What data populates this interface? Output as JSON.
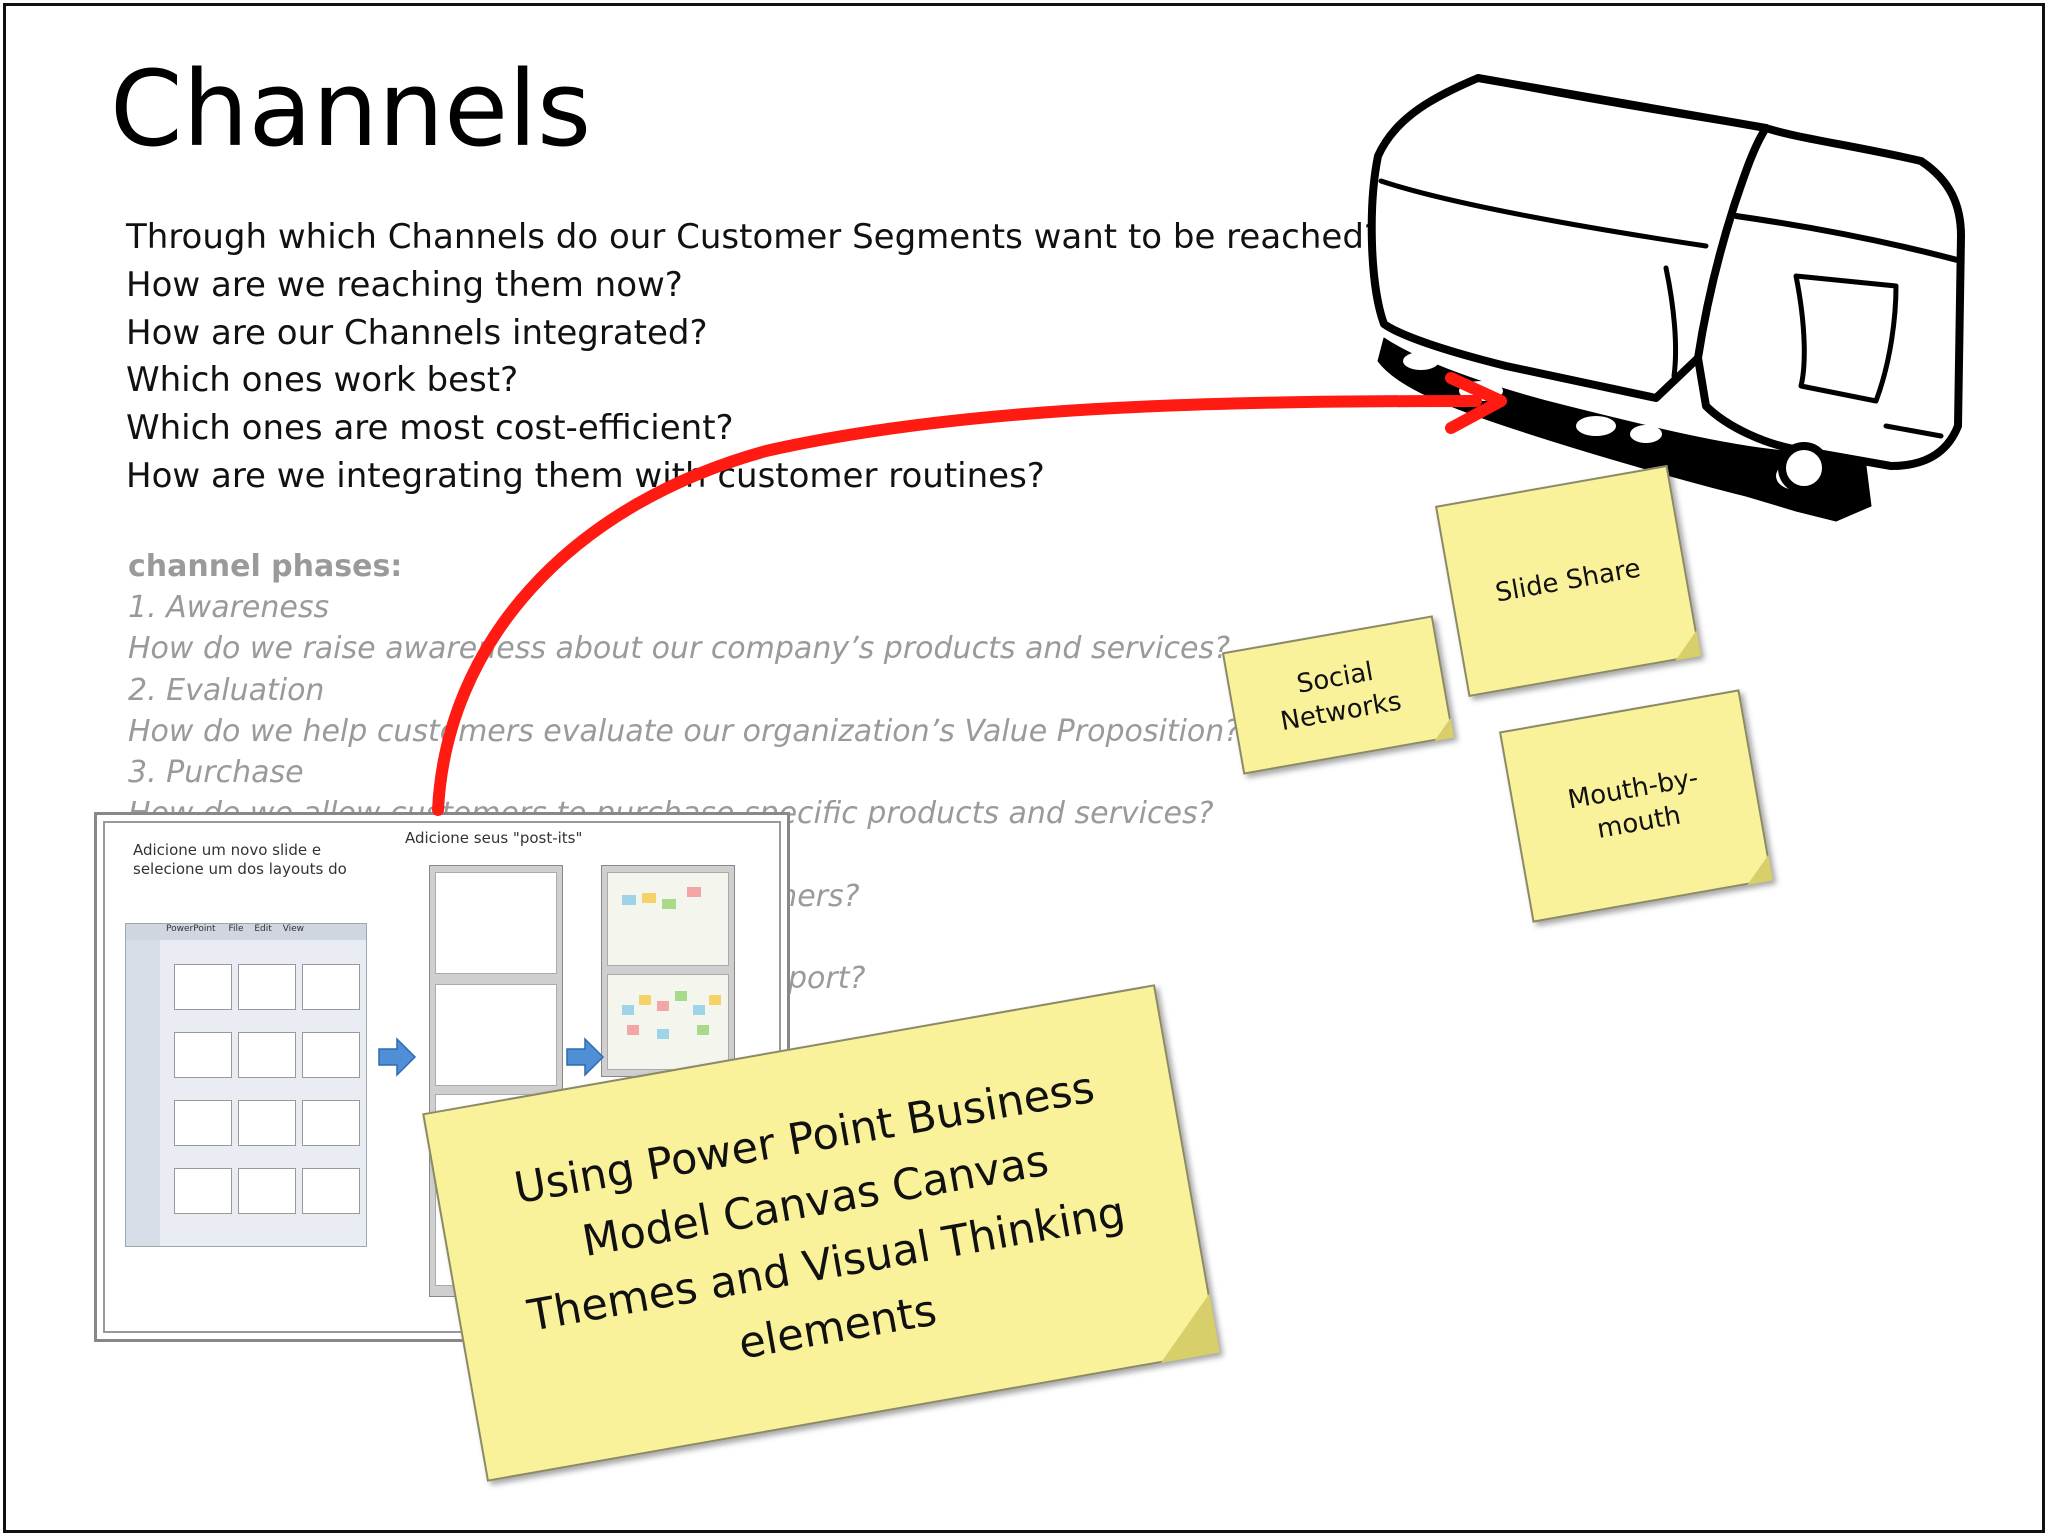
{
  "slide": {
    "title": "Channels",
    "questions": [
      "Through which Channels do our Customer Segments want to be reached?",
      "How are we reaching them now?",
      "How are our Channels integrated?",
      "Which ones work best?",
      "Which ones are most cost-efficient?",
      "How are we integrating them with customer routines?"
    ],
    "phases": {
      "heading": "channel phases:",
      "lines": [
        "1. Awareness",
        "How do we raise awareness about our company’s products and services?",
        "2. Evaluation",
        "How do we help customers evaluate our organization’s Value Proposition?",
        "3. Purchase",
        "How do we allow customers to purchase specific products and services?",
        "",
        "mers?",
        "",
        "port?"
      ]
    }
  },
  "screenshot": {
    "caption_left": "Adicione um novo slide e selecione um dos layouts do",
    "caption_right": "Adicione seus \"post-its\"",
    "app_name": "PowerPoint",
    "menu": [
      "File",
      "Edit",
      "View"
    ]
  },
  "sticky_notes": {
    "slide_share": "Slide Share",
    "social_networks": "Social Networks",
    "mouth_by_mouth": "Mouth-by-mouth",
    "main": "Using Power Point Business Model Canvas Canvas Themes and Visual Thinking elements"
  },
  "icons": {
    "truck": "truck-icon",
    "arrow": "red-curved-arrow"
  },
  "colors": {
    "note_fill": "#faf29a",
    "arrow": "#ff1a12",
    "phase_text": "#9a9a9a"
  }
}
